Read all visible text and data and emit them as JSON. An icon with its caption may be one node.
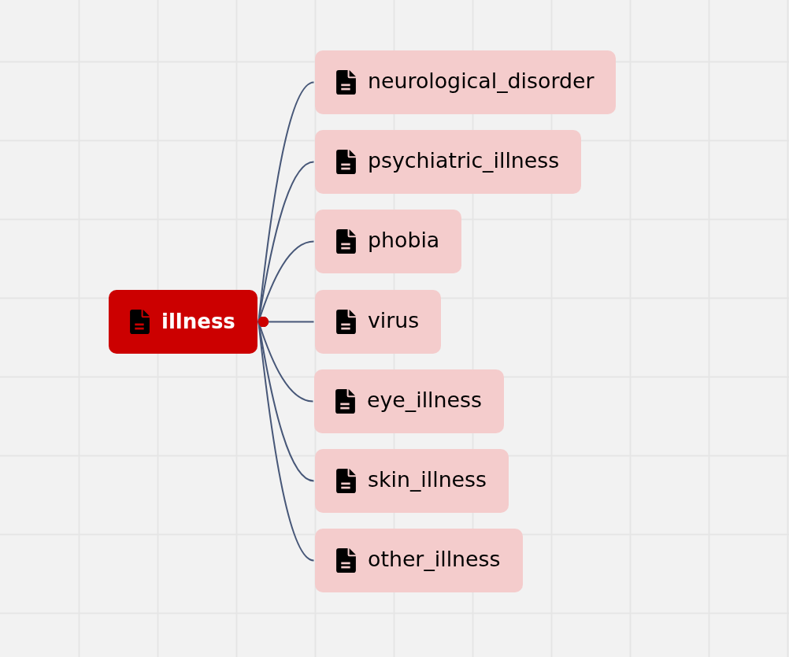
{
  "diagram": {
    "nodes": [
      {
        "text": [
          "illness"
        ]
      },
      {
        "text": [
          "neurological_disorder"
        ]
      },
      {
        "text": [
          "psychiatric_illness"
        ]
      },
      {
        "text": [
          "phobia"
        ]
      },
      {
        "text": [
          "virus"
        ]
      },
      {
        "text": [
          "eye_illness"
        ]
      },
      {
        "text": [
          "skin_illness"
        ]
      },
      {
        "text": [
          "other_illness"
        ]
      }
    ],
    "edges": [
      {
        "from": 0,
        "to": 1,
        "arrow": "other"
      },
      {
        "from": 0,
        "to": 2,
        "arrow": "other"
      },
      {
        "from": 0,
        "to": 3,
        "arrow": "other"
      },
      {
        "from": 0,
        "to": 4,
        "arrow": "other"
      },
      {
        "from": 0,
        "to": 5,
        "arrow": "other"
      },
      {
        "from": 0,
        "to": 6,
        "arrow": "other"
      },
      {
        "from": 0,
        "to": 7,
        "arrow": "other"
      }
    ]
  }
}
